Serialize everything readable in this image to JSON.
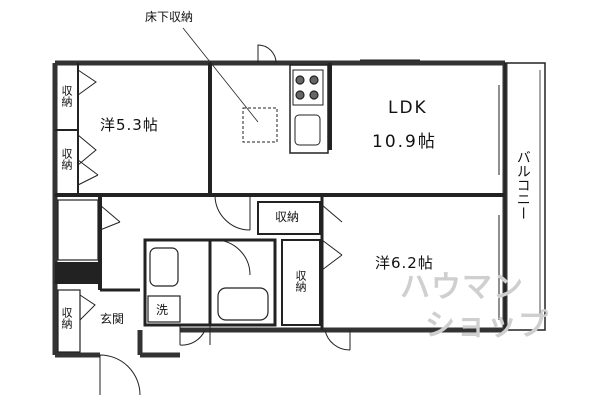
{
  "callout": {
    "label": "床下収納"
  },
  "rooms": {
    "west_room": "洋5.3帖",
    "ldk_title": "LDK",
    "ldk_size": "10.9帖",
    "east_room": "洋6.2帖",
    "balcony": "バルコニー",
    "storage_a": "収納",
    "storage_b": "収納",
    "storage_c": "収納",
    "storage_d": "収納",
    "storage_e": "収納",
    "entrance": "玄関",
    "washer": "洗"
  },
  "watermark": {
    "line1": "ハウマン",
    "line2": "ショップ"
  }
}
